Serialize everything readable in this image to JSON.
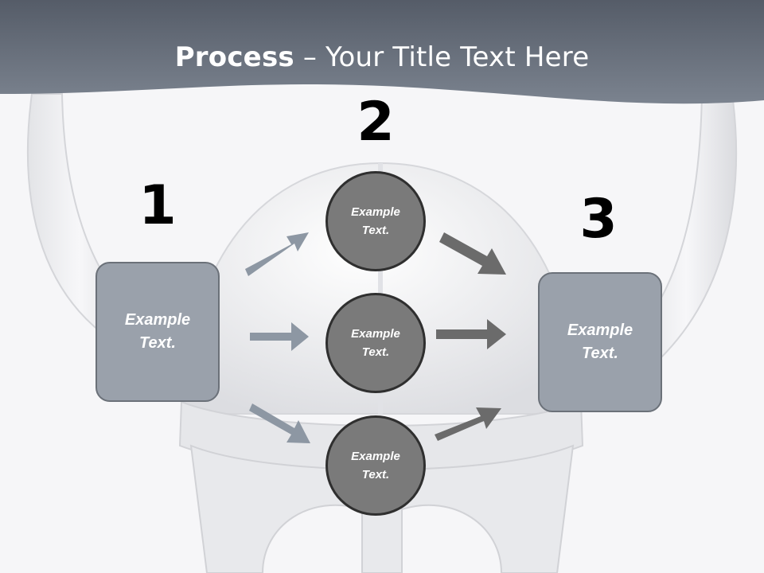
{
  "title": {
    "bold": "Process",
    "rest": " – Your Title Text Here"
  },
  "steps": [
    {
      "number": "1",
      "label": "Example\nText."
    },
    {
      "number": "2"
    },
    {
      "number": "3",
      "label": "Example\nText."
    }
  ],
  "circles": [
    {
      "label": "Example\nText."
    },
    {
      "label": "Example\nText."
    },
    {
      "label": "Example\nText."
    }
  ],
  "colors": {
    "header": "#707885",
    "box_fill": "#9aa1ab",
    "circle_fill": "#7a7a7a",
    "arrow_left": "#8d97a3",
    "arrow_right": "#6b6b6b"
  }
}
